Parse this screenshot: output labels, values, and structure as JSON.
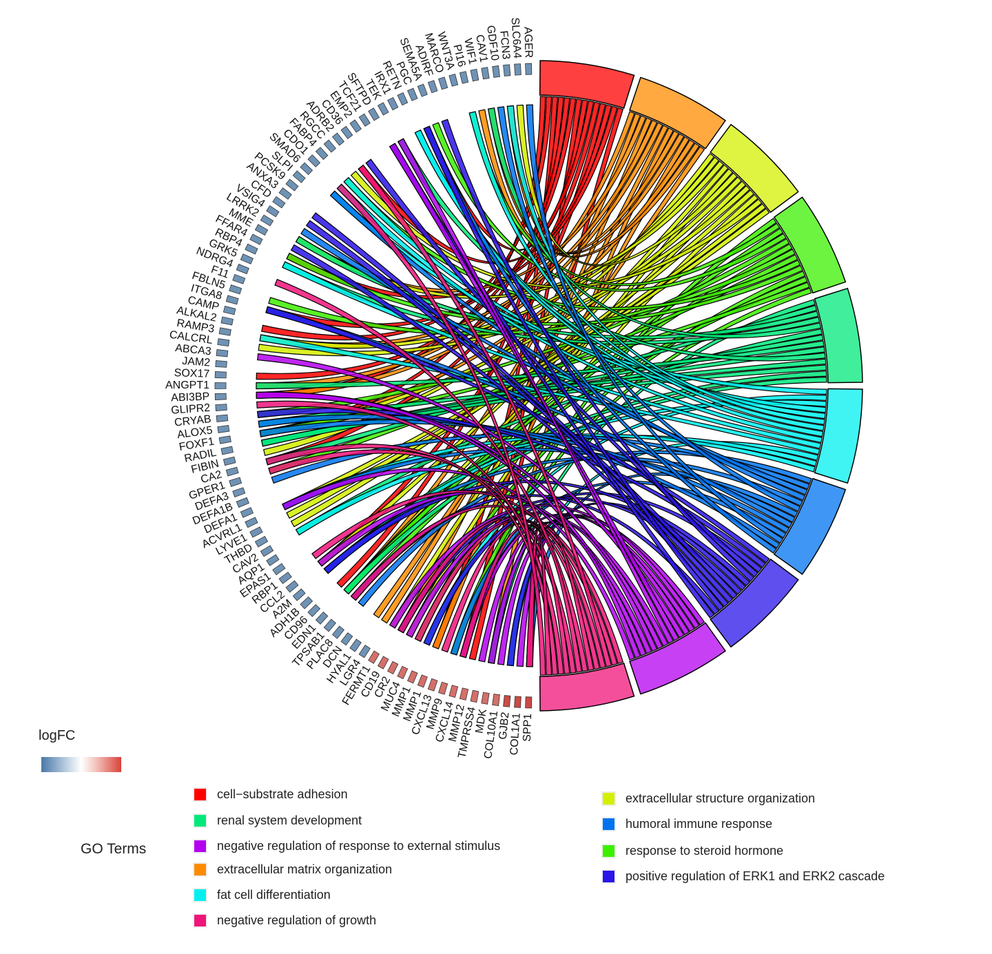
{
  "chart_data": {
    "type": "chord",
    "legend_title_color": "logFC",
    "legend_title_terms": "GO Terms",
    "color_scale": [
      "#4a78a8",
      "#ffffff",
      "#d9433a"
    ],
    "genes": [
      "SPP1",
      "COL1A1",
      "GJB2",
      "COL10A1",
      "MDK",
      "TMPRSS4",
      "MMP12",
      "CXCL14",
      "MMP9",
      "CXCL13",
      "MMP1",
      "MMP1",
      "MUC4",
      "CR2",
      "CD19",
      "FERMT1",
      "LGR4",
      "HYAL1",
      "DCN",
      "PLAC8",
      "TPSAB1",
      "EDN1",
      "CD96",
      "ADH1B",
      "A2M",
      "CCL2",
      "RBP1",
      "EPAS1",
      "AQP1",
      "CAV2",
      "THBD",
      "LYVE1",
      "ACVRL1",
      "DEFA1",
      "DEFA1B",
      "DEFA3",
      "GPER1",
      "CA2",
      "FIBIN",
      "RADIL",
      "FOXF1",
      "ALOX5",
      "CRYAB",
      "GLIPR2",
      "ABI3BP",
      "ANGPT1",
      "SOX17",
      "JAM2",
      "ABCA3",
      "CALCRL",
      "RAMP3",
      "ALKAL2",
      "CAMP",
      "ITGA8",
      "FBLN5",
      "F11",
      "NDRG4",
      "GRK5",
      "RBP4",
      "FFAR4",
      "MME",
      "LRRK2",
      "VSIG4",
      "CFD",
      "ANXA3",
      "PCSK9",
      "SLPI",
      "SMAD6",
      "CDO1",
      "FABP4",
      "RGCC",
      "ADRB2",
      "CD36",
      "EMP2",
      "TCF21",
      "SFTPD",
      "TEK",
      "IRX1",
      "RETN",
      "PGC",
      "SEMA5A",
      "ADIRF",
      "MARCO",
      "WNT3A",
      "PI16",
      "WIF1",
      "CAV1",
      "GDF10",
      "FCN3",
      "SLC6A4",
      "AGER"
    ],
    "terms": [
      {
        "name": "cell−substrate adhesion",
        "color": "#ff0000"
      },
      {
        "name": "extracellular matrix organization",
        "color": "#ff8c00"
      },
      {
        "name": "extracellular structure organization",
        "color": "#d4f000"
      },
      {
        "name": "response to steroid hormone",
        "color": "#3cf000"
      },
      {
        "name": "renal system development",
        "color": "#00e87a"
      },
      {
        "name": "fat cell differentiation",
        "color": "#00f0f0"
      },
      {
        "name": "humoral immune response",
        "color": "#0073f0"
      },
      {
        "name": "positive regulation of ERK1 and ERK2 cascade",
        "color": "#2a14e8"
      },
      {
        "name": "negative regulation of response to external stimulus",
        "color": "#b400f0"
      },
      {
        "name": "negative regulation of growth",
        "color": "#f0147a"
      }
    ]
  },
  "legend": {
    "col1": [
      {
        "name": "cell−substrate adhesion",
        "color": "#ff0000"
      },
      {
        "name": "renal system development",
        "color": "#00e87a"
      },
      {
        "name": "negative regulation of response to external stimulus",
        "color": "#b400f0"
      },
      {
        "name": "extracellular matrix organization",
        "color": "#ff8c00"
      },
      {
        "name": "fat cell differentiation",
        "color": "#00f0f0"
      },
      {
        "name": "negative regulation of growth",
        "color": "#f0147a"
      }
    ],
    "col2": [
      {
        "name": "extracellular structure organization",
        "color": "#d4f000"
      },
      {
        "name": "humoral immune response",
        "color": "#0073f0"
      },
      {
        "name": "response to steroid hormone",
        "color": "#3cf000"
      },
      {
        "name": "positive regulation of ERK1 and ERK2 cascade",
        "color": "#2a14e8"
      }
    ]
  }
}
